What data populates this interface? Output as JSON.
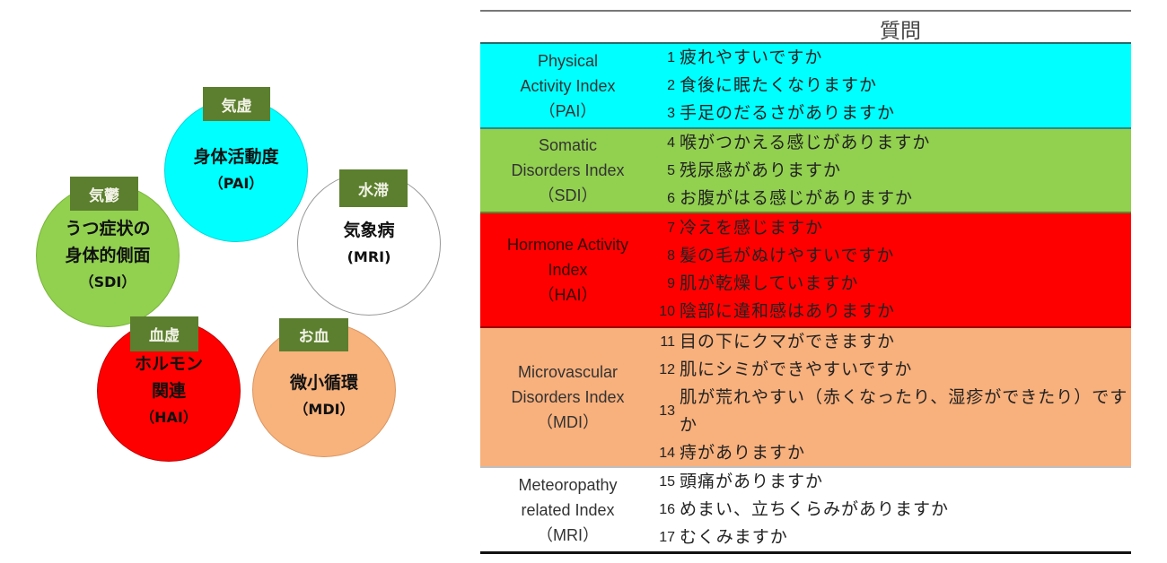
{
  "diagram": {
    "circles": [
      {
        "id": "pai",
        "tag": "気虚",
        "lines": [
          "身体活動度"
        ],
        "abbr": "（PAI）",
        "fill": "#00ffff",
        "border": "#00e0e0"
      },
      {
        "id": "sdi",
        "tag": "気鬱",
        "lines": [
          "うつ症状の",
          "身体的側面"
        ],
        "abbr": "（SDI）",
        "fill": "#92d050",
        "border": "#7ab53a"
      },
      {
        "id": "mri",
        "tag": "水滞",
        "lines": [
          "気象病"
        ],
        "abbr": "(MRI)",
        "fill": "#ffffff",
        "border": "#999999"
      },
      {
        "id": "hai",
        "tag": "血虚",
        "lines": [
          "ホルモン",
          "関連"
        ],
        "abbr": "（HAI）",
        "fill": "#ff0000",
        "border": "#d00000"
      },
      {
        "id": "mdi",
        "tag": "お血",
        "lines": [
          "微小循環"
        ],
        "abbr": "（MDI）",
        "fill": "#f8b27c",
        "border": "#e09a66"
      }
    ]
  },
  "table": {
    "header": "質問",
    "sections": [
      {
        "name_lines": [
          "Physical",
          "Activity Index",
          "（PAI）"
        ],
        "color": "#00ffff",
        "questions": [
          {
            "num": "1",
            "text": "疲れやすいですか"
          },
          {
            "num": "2",
            "text": "食後に眠たくなりますか"
          },
          {
            "num": "3",
            "text": "手足のだるさがありますか"
          }
        ]
      },
      {
        "name_lines": [
          "Somatic",
          "Disorders Index",
          "（SDI）"
        ],
        "color": "#92d050",
        "questions": [
          {
            "num": "4",
            "text": "喉がつかえる感じがありますか"
          },
          {
            "num": "5",
            "text": "残尿感がありますか"
          },
          {
            "num": "6",
            "text": "お腹がはる感じがありますか"
          }
        ]
      },
      {
        "name_lines": [
          "Hormone Activity",
          "Index",
          "（HAI）"
        ],
        "color": "#ff0000",
        "questions": [
          {
            "num": "7",
            "text": "冷えを感じますか"
          },
          {
            "num": "8",
            "text": "髪の毛がぬけやすいですか"
          },
          {
            "num": "9",
            "text": "肌が乾燥していますか"
          },
          {
            "num": "10",
            "text": "陰部に違和感はありますか"
          }
        ]
      },
      {
        "name_lines": [
          "Microvascular",
          "Disorders Index",
          "（MDI）"
        ],
        "color": "#f8b07c",
        "questions": [
          {
            "num": "11",
            "text": "目の下にクマができますか"
          },
          {
            "num": "12",
            "text": "肌にシミができやすいですか"
          },
          {
            "num": "13",
            "text": "肌が荒れやすい（赤くなったり、湿疹ができたり）ですか"
          },
          {
            "num": "14",
            "text": "痔がありますか"
          }
        ]
      },
      {
        "name_lines": [
          "Meteoropathy",
          "related Index",
          "（MRI）"
        ],
        "color": "#ffffff",
        "questions": [
          {
            "num": "15",
            "text": "頭痛がありますか"
          },
          {
            "num": "16",
            "text": "めまい、立ちくらみがありますか"
          },
          {
            "num": "17",
            "text": "むくみますか"
          }
        ]
      }
    ]
  }
}
